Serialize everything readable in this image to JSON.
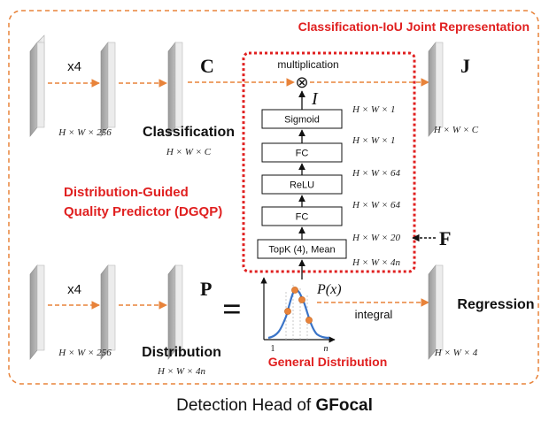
{
  "caption": {
    "prefix": "Detection Head of ",
    "bold": "GFocal"
  },
  "colors": {
    "red": "#e02020",
    "orange": "#e8833a",
    "blue": "#3a74c8"
  },
  "outer_region": {
    "title": "Classification-IoU Joint Representation"
  },
  "dgqp": {
    "title_line1": "Distribution-Guided",
    "title_line2": "Quality Predictor (DGQP)"
  },
  "top_branch": {
    "multiplier": "x4",
    "dim_features": "H × W × 256",
    "label_c": "C",
    "name": "Classification",
    "dim_c": "H × W × C",
    "label_j": "J",
    "dim_j": "H × W × C",
    "mult_text": "multiplication",
    "mult_symbol": "⊗",
    "label_i": "I"
  },
  "stack": {
    "boxes": [
      "Sigmoid",
      "FC",
      "ReLU",
      "FC",
      "TopK (4), Mean"
    ],
    "dims": [
      "H × W × 1",
      "H × W × 1",
      "H × W × 64",
      "H × W × 64",
      "H × W × 20",
      "H × W × 4n"
    ],
    "label_f": "F"
  },
  "bottom_branch": {
    "multiplier": "x4",
    "dim_features": "H × W × 256",
    "label_p": "P",
    "equals": "=",
    "name": "Distribution",
    "dim_p": "H × W × 4n",
    "px_label": "P(x)",
    "axis_start": "1",
    "axis_end": "n",
    "dist_name": "General Distribution",
    "integral": "integral",
    "reg_name": "Regression",
    "dim_reg": "H × W × 4"
  }
}
